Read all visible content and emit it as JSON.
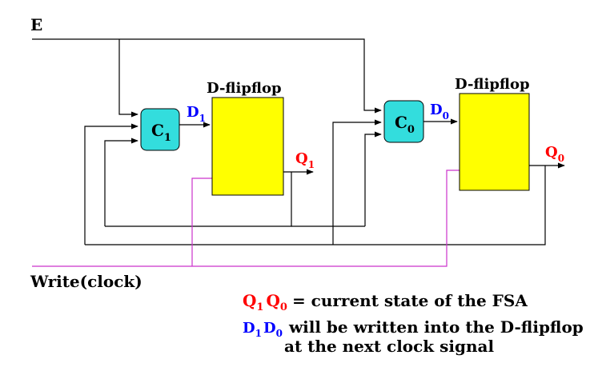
{
  "diagram": {
    "input_label": "E",
    "clock_label": "Write(clock)",
    "flipflop_label": "D-flipflop",
    "combo": [
      {
        "letter": "C",
        "sub": "1"
      },
      {
        "letter": "C",
        "sub": "0"
      }
    ],
    "d_signals": [
      {
        "letter": "D",
        "sub": "1"
      },
      {
        "letter": "D",
        "sub": "0"
      }
    ],
    "q_signals": [
      {
        "letter": "Q",
        "sub": "1"
      },
      {
        "letter": "Q",
        "sub": "0"
      }
    ],
    "colors": {
      "wire": "#000000",
      "clock_wire": "#cc33cc",
      "combo_fill": "#33dddd",
      "flipflop_fill": "#ffff00",
      "q_text": "#ff0000",
      "d_text": "#0000ff"
    }
  },
  "caption": {
    "line1": {
      "q1_letter": "Q",
      "q1_sub": "1",
      "q0_letter": "Q",
      "q0_sub": "0",
      "text": "= current state of the FSA"
    },
    "line2": {
      "d1_letter": "D",
      "d1_sub": "1",
      "d0_letter": "D",
      "d0_sub": "0",
      "text": "will be written into the D-flipflop"
    },
    "line3": "at the next clock signal"
  }
}
